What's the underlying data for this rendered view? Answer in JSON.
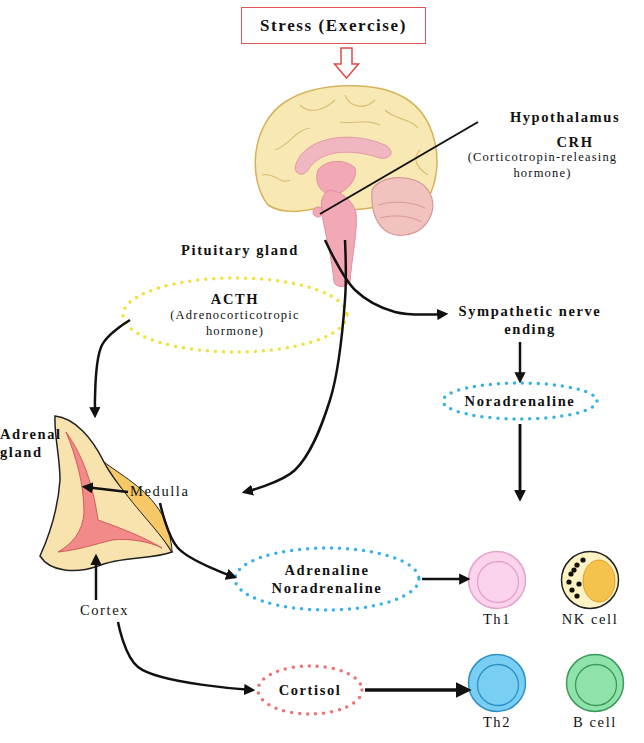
{
  "diagram": {
    "nodes": [
      {
        "text": [
          "Stress (Exercise)"
        ]
      },
      {
        "text": [
          "Hypothalamus",
          "CRH",
          "(Corticotropin-releasing hormone)"
        ]
      },
      {
        "text": [
          "ACTH",
          "(Adrenocorticotropic hormone)"
        ]
      },
      {
        "text": [
          "Sympathetic nerve ending"
        ]
      },
      {
        "text": [
          "Noradrenaline"
        ]
      },
      {
        "text": [
          "Adrenal gland"
        ]
      },
      {
        "text": [
          "Medulla"
        ]
      },
      {
        "text": [
          "Adrenaline Noradrenaline"
        ]
      },
      {
        "text": [
          "Th1"
        ]
      },
      {
        "text": [
          "NK cell"
        ]
      },
      {
        "text": [
          "Cortex"
        ]
      },
      {
        "text": [
          "Cortisol"
        ]
      },
      {
        "text": [
          "Th2"
        ]
      },
      {
        "text": [
          "B cell"
        ]
      }
    ],
    "edges": [
      {
        "from": 0,
        "to": 1,
        "arrow": "to"
      },
      {
        "from": 1,
        "to": 3,
        "arrow": "to"
      },
      {
        "from": 3,
        "to": 4,
        "arrow": "to"
      },
      {
        "from": 4,
        "to": 8,
        "arrow": "to"
      },
      {
        "from": 4,
        "to": 9,
        "arrow": "to"
      },
      {
        "from": 1,
        "to": 6,
        "arrow": "to"
      },
      {
        "from": 2,
        "to": 5,
        "arrow": "to"
      },
      {
        "from": 6,
        "to": 5,
        "arrow": "to"
      },
      {
        "from": 10,
        "to": 5,
        "arrow": "to"
      },
      {
        "from": 6,
        "to": 7,
        "arrow": "to"
      },
      {
        "from": 10,
        "to": 11,
        "arrow": "to"
      },
      {
        "from": 7,
        "to": 8,
        "arrow": "to"
      },
      {
        "from": 11,
        "to": 12,
        "arrow": "to"
      }
    ],
    "labels": [
      "Pituitary gland"
    ]
  }
}
